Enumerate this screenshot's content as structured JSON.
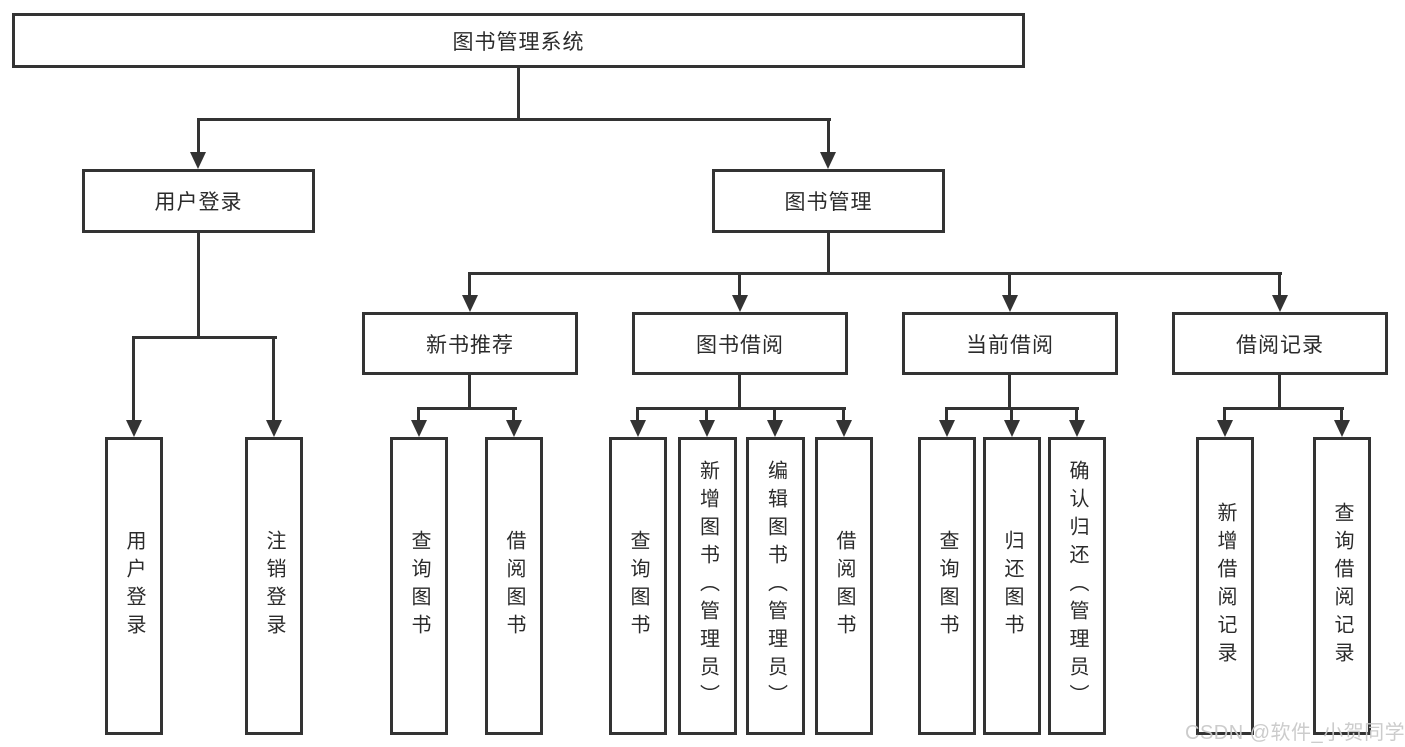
{
  "diagram": {
    "title": "图书管理系统",
    "root": {
      "label": "图书管理系统"
    },
    "branches": [
      {
        "label": "用户登录",
        "children": [
          {
            "label": "用户登录"
          },
          {
            "label": "注销登录"
          }
        ]
      },
      {
        "label": "图书管理",
        "children": [
          {
            "label": "新书推荐",
            "children": [
              {
                "label": "查询图书"
              },
              {
                "label": "借阅图书"
              }
            ]
          },
          {
            "label": "图书借阅",
            "children": [
              {
                "label": "查询图书"
              },
              {
                "label": "新增图书（管理员）"
              },
              {
                "label": "编辑图书（管理员）"
              },
              {
                "label": "借阅图书"
              }
            ]
          },
          {
            "label": "当前借阅",
            "children": [
              {
                "label": "查询图书"
              },
              {
                "label": "归还图书"
              },
              {
                "label": "确认归还（管理员）"
              }
            ]
          },
          {
            "label": "借阅记录",
            "children": [
              {
                "label": "新增借阅记录"
              },
              {
                "label": "查询借阅记录"
              }
            ]
          }
        ]
      }
    ],
    "watermark": {
      "text": "CSDN @软件_小贺同学"
    },
    "colors": {
      "line": "#333333",
      "text": "#2b2b2b",
      "background": "#ffffff",
      "watermark": "#c9c9c9"
    }
  }
}
